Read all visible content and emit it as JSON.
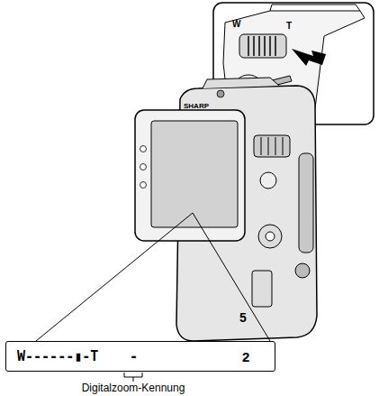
{
  "diagram": {
    "nodes": [
      {
        "text": [
          "W------▮-T",
          "-",
          "2"
        ]
      }
    ],
    "labels": [
      "W",
      "T",
      "SHARP",
      "5",
      "Digitalzoom-Kennung"
    ]
  }
}
